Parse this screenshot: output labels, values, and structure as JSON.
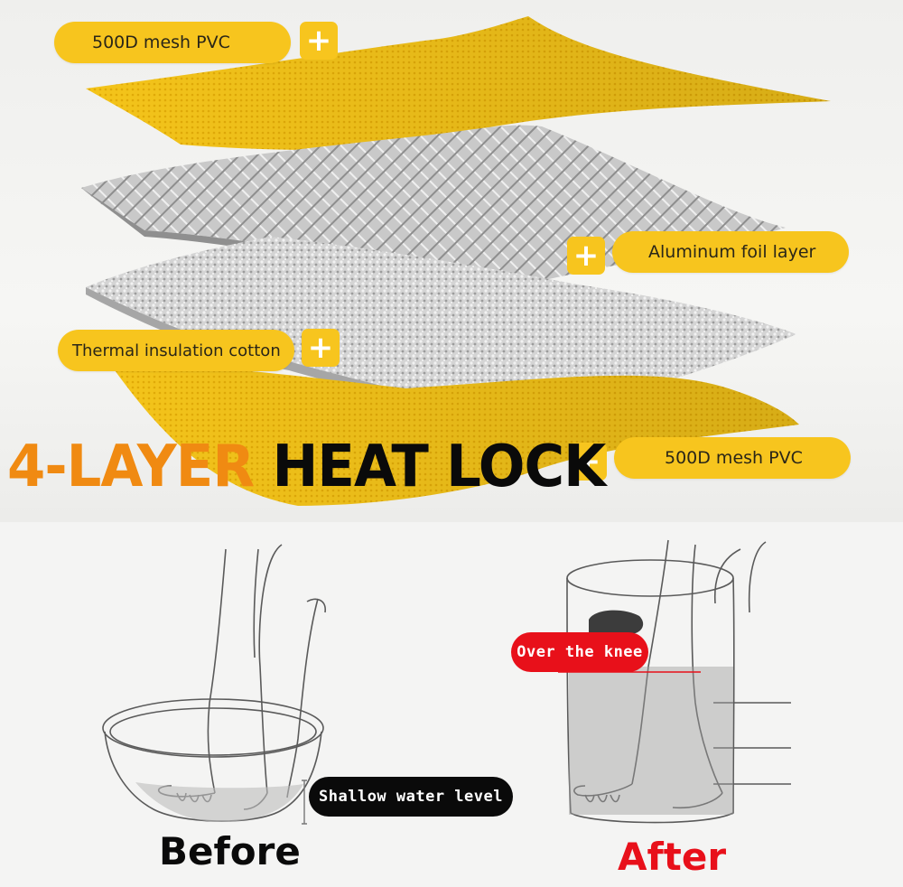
{
  "layers": {
    "top_pvc_label": "500D mesh PVC",
    "foil_label": "Aluminum foil layer",
    "cotton_label": "Thermal insulation cotton",
    "bottom_pvc_label": "500D mesh PVC",
    "plus_symbol": "+"
  },
  "headline": {
    "part1": "4-LAYER",
    "part2": "HEAT LOCK"
  },
  "comparison": {
    "before_tag": "Shallow water level",
    "after_tag": "Over the knee",
    "before_caption": "Before",
    "after_caption": "After"
  },
  "colors": {
    "yellow": "#f7c51e",
    "orange": "#f08a12",
    "red": "#e8101a"
  }
}
